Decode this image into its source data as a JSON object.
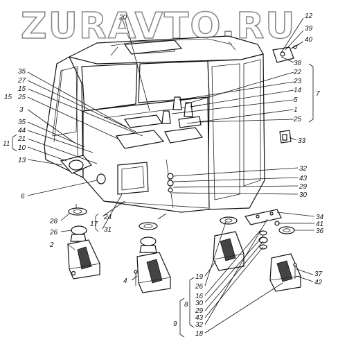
{
  "watermark": "ZURAVTO.RU",
  "labels": {
    "l12": "12",
    "l39": "39",
    "l40": "40",
    "l20": "20",
    "l38": "38",
    "l22": "22",
    "l23": "23",
    "l14": "14",
    "l7": "7",
    "l5": "5",
    "l1": "1",
    "l25r": "25",
    "l33": "33",
    "l35a": "35",
    "l27": "27",
    "l15": "15",
    "l15_25": "15",
    "l25l": "25",
    "l3": "3",
    "l35b": "35",
    "l44": "44",
    "l21": "21",
    "l11": "11",
    "l10": "10",
    "l13": "13",
    "l6": "6",
    "l32a": "32",
    "l43a": "43",
    "l29a": "29",
    "l30a": "30",
    "l28": "28",
    "l26a": "26",
    "l24": "24",
    "l17": "17",
    "l31": "31",
    "l34": "34",
    "l41": "41",
    "l36": "36",
    "l2": "2",
    "l4": "4",
    "l19": "19",
    "l26b": "26",
    "l16": "16",
    "l30b": "30",
    "l29b": "29",
    "l43b": "43",
    "l32b": "32",
    "l18": "18",
    "l8": "8",
    "l9": "9",
    "l37": "37",
    "l42": "42"
  }
}
